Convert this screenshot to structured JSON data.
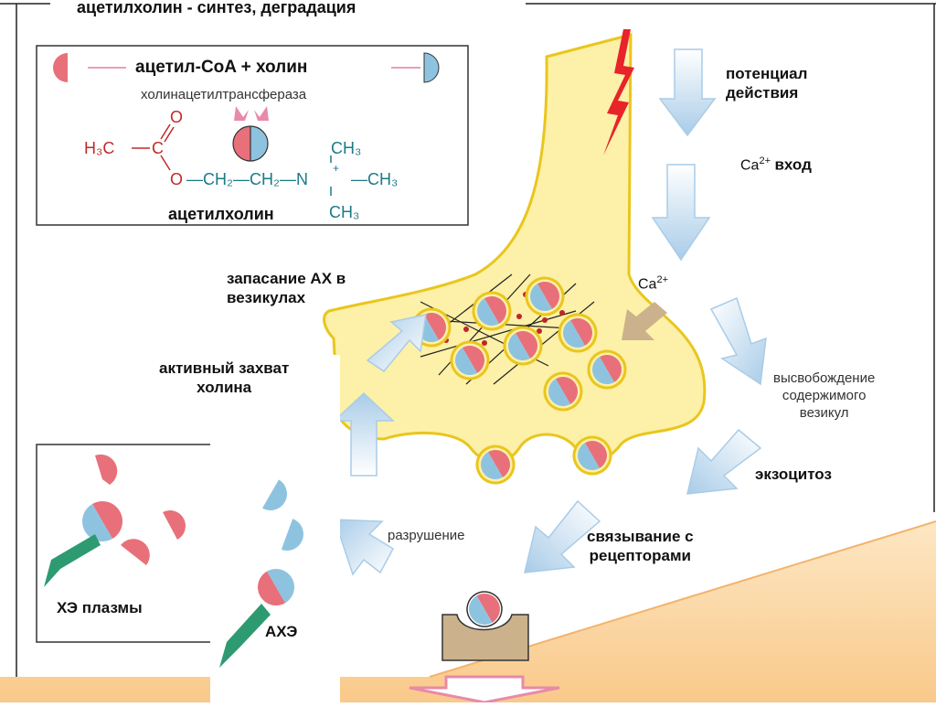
{
  "title": "ацетилхолин - синтез, деградация",
  "synthesis": {
    "reaction": "ацетил-CoA + холин",
    "enzyme": "холинацетилтрансфераза",
    "product": "ацетилхолин",
    "formula": {
      "h3c": "H₃C",
      "c": "C",
      "o_top": "O",
      "o_mid": "O",
      "chain": "CH₂—CH₂—N",
      "plus": "+",
      "ch3_top": "CH₃",
      "ch3_right": "CH₃",
      "ch3_bottom": "CH₃"
    }
  },
  "labels": {
    "action_potential": "потенциал\nдействия",
    "ca_entry_ion": "Ca",
    "ca_entry_charge": "2+",
    "ca_entry_word": "вход",
    "ca_ion": "Ca",
    "ca_charge": "2+",
    "storage": "запасание АХ в\nвезикулах",
    "uptake": "активный захват\nхолина",
    "release": "высвобождение\nсодержимого\nвезикул",
    "exocytosis": "экзоцитоз",
    "binding": "связывание с\nрецепторами",
    "destruction": "разрушение",
    "plasma_che": "ХЭ плазмы",
    "ache": "АХЭ"
  },
  "colors": {
    "terminal_fill": "#fdf0a8",
    "terminal_stroke": "#e9c61d",
    "acetyl_red": "#e8707a",
    "choline_blue": "#8ec3e0",
    "enzyme_green": "#2e9a72",
    "arrow_blue": "#a9cce8",
    "arrow_pink": "#e88aa8",
    "bolt_red": "#e8232a",
    "cleft_orange": "#fbd9a4",
    "receptor_tan": "#cbb28c"
  }
}
